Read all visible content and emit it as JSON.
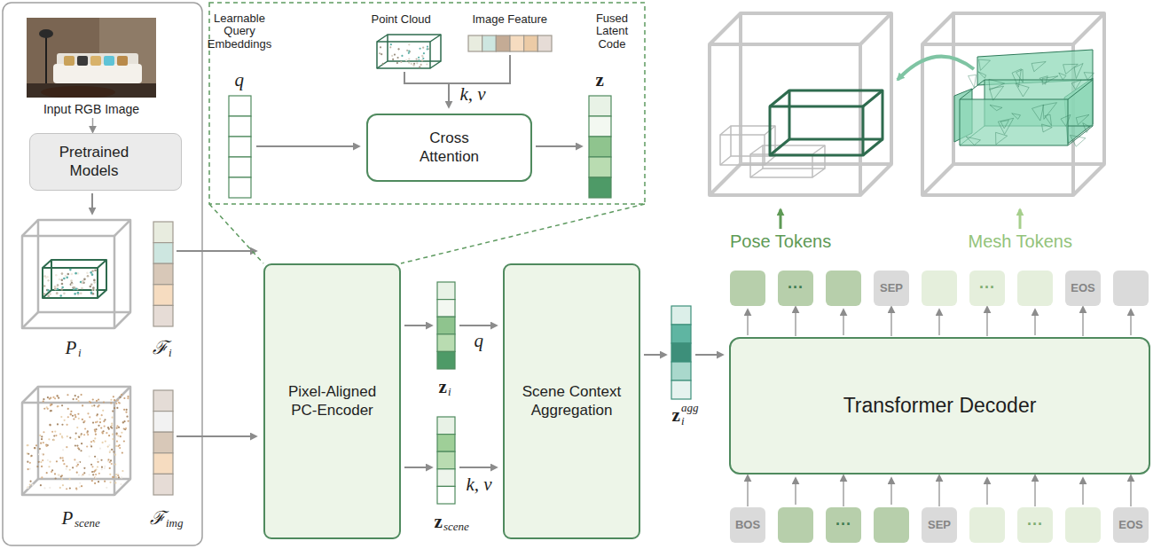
{
  "diagram": {
    "nodes": [
      {
        "text": [
          "Input RGB Image"
        ]
      },
      {
        "text": [
          "Pretrained Models"
        ]
      },
      {
        "text": [
          "Cross Attention"
        ]
      },
      {
        "text": [
          "Pixel-Aligned PC-Encoder"
        ]
      },
      {
        "text": [
          "Scene Context Aggregation"
        ]
      },
      {
        "text": [
          "Transformer Decoder"
        ]
      },
      {
        "text": [
          "···"
        ]
      },
      {
        "text": [
          "SEP"
        ]
      },
      {
        "text": [
          "···"
        ]
      },
      {
        "text": [
          "EOS"
        ]
      },
      {
        "text": [
          "BOS"
        ]
      },
      {
        "text": [
          "···"
        ]
      },
      {
        "text": [
          "SEP"
        ]
      },
      {
        "text": [
          "···"
        ]
      },
      {
        "text": [
          "EOS"
        ]
      }
    ],
    "edges": [
      {
        "from": 0,
        "to": 1,
        "arrow": "to"
      },
      {
        "from": 5,
        "to": 6,
        "arrow": "to"
      },
      {
        "from": 5,
        "to": 7,
        "arrow": "to"
      },
      {
        "from": 5,
        "to": 8,
        "arrow": "to"
      },
      {
        "from": 5,
        "to": 9,
        "arrow": "to"
      },
      {
        "from": 10,
        "to": 5,
        "arrow": "to"
      },
      {
        "from": 11,
        "to": 5,
        "arrow": "to"
      },
      {
        "from": 12,
        "to": 5,
        "arrow": "to"
      },
      {
        "from": 13,
        "to": 5,
        "arrow": "to"
      },
      {
        "from": 14,
        "to": 5,
        "arrow": "to"
      }
    ],
    "labels": [
      "Learnable Query Embeddings",
      "Point Cloud",
      "Image Feature",
      "Fused Latent Code",
      "q",
      "k, v",
      "z",
      "P",
      "i",
      "ℱ",
      "i",
      "P",
      "scene",
      "ℱ",
      "img",
      "z",
      "i",
      "q",
      "z",
      "scene",
      "k, v",
      "z",
      "i",
      "agg",
      "Pose Tokens",
      "Mesh Tokens"
    ]
  }
}
